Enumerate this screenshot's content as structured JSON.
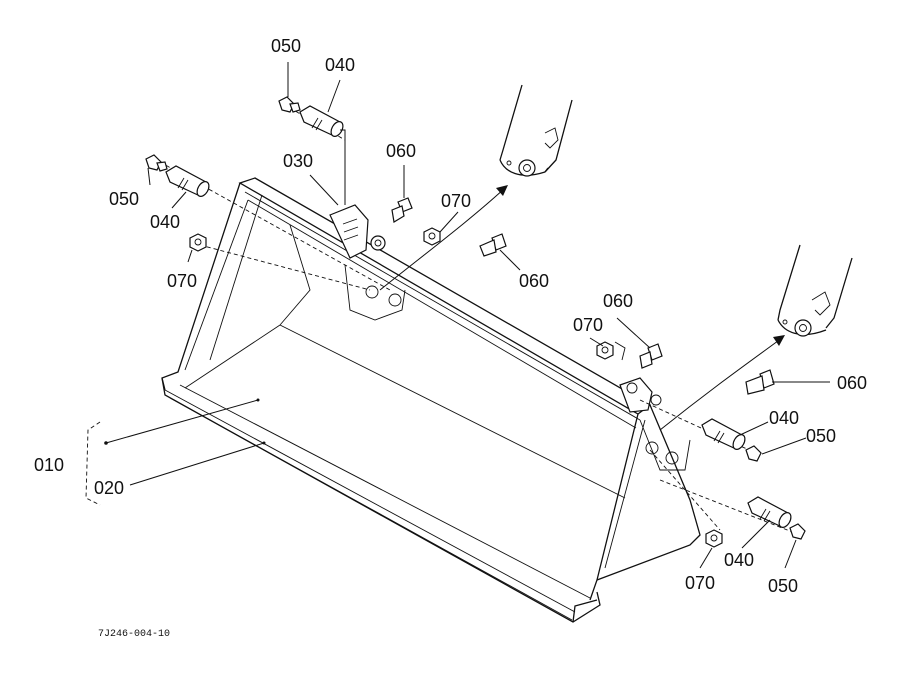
{
  "diagram": {
    "drawing_code": "7J246-004-10",
    "labels": {
      "l050_top": "050",
      "l040_top": "040",
      "l030": "030",
      "l060_top": "060",
      "l050_left": "050",
      "l040_left": "040",
      "l070_mid": "070",
      "l070_left": "070",
      "l060_mid": "060",
      "l060_right": "060",
      "l070_right": "070",
      "l060_far": "060",
      "l040_right": "040",
      "l050_right": "050",
      "l010": "010",
      "l020": "020",
      "l070_bottom": "070",
      "l040_bottom": "040",
      "l050_bottom": "050"
    }
  }
}
